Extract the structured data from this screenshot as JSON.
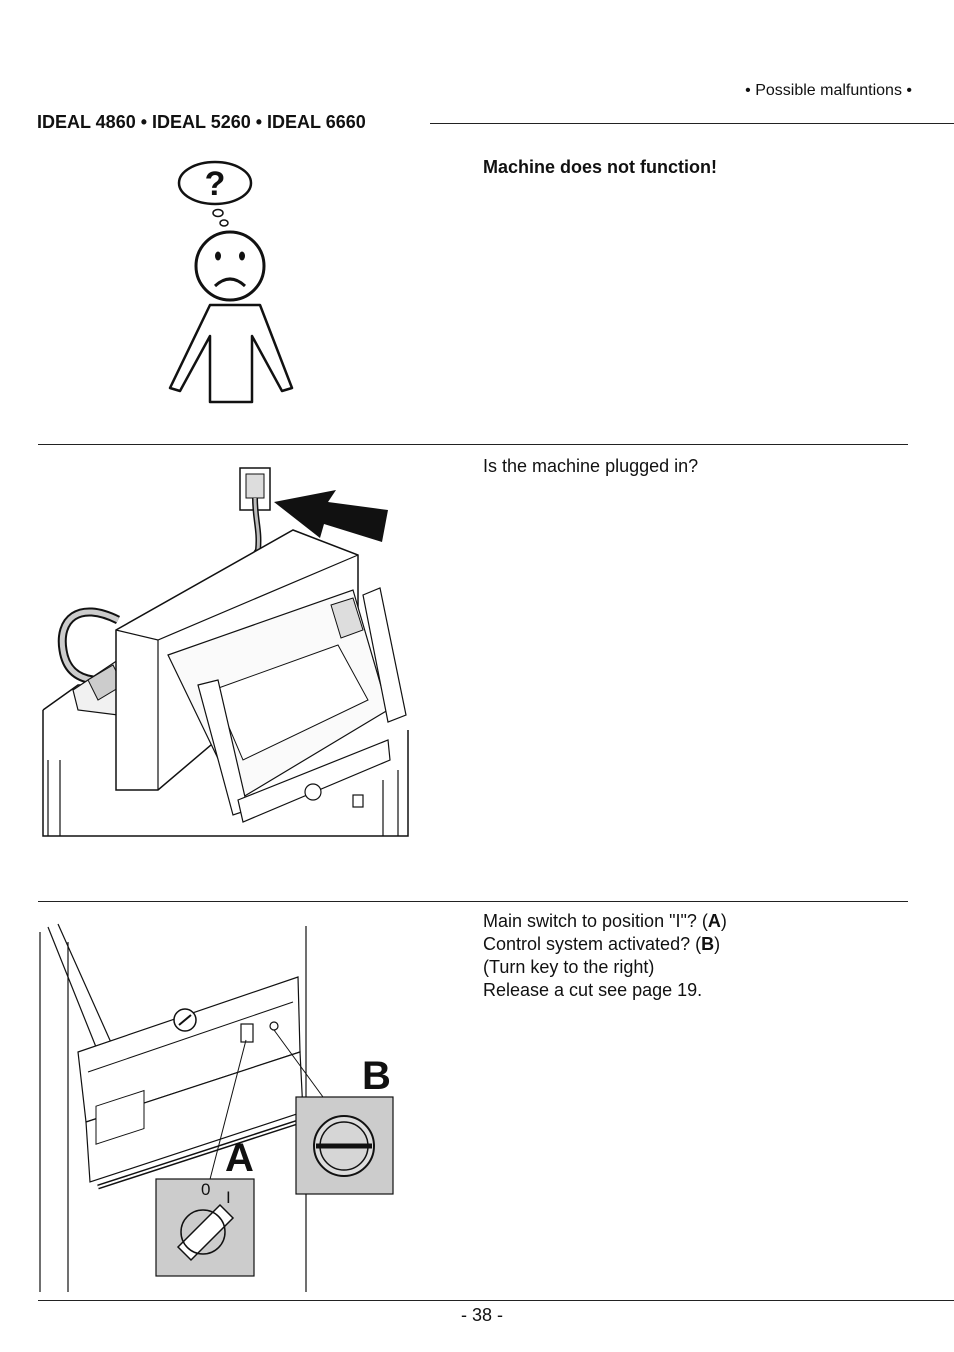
{
  "header": {
    "section_tag": "• Possible malfuntions •",
    "title": "IDEAL 4860 • IDEAL 5260 • IDEAL 6660"
  },
  "sections": [
    {
      "heading": "Machine does not function!",
      "illustration": "confused-person-icon"
    },
    {
      "lines": [
        "Is the machine plugged in?"
      ],
      "illustration": "machine-plug-illustration"
    },
    {
      "lines": [
        [
          "Main switch to position \"I\"? (",
          "A",
          ")"
        ],
        [
          "Control system activated? (",
          "B",
          ")"
        ],
        [
          "(Turn key to the right)"
        ],
        [
          "Release a cut see page 19."
        ]
      ],
      "illustration": "machine-switch-illustration",
      "callouts": {
        "a_letter": "A",
        "b_letter": "B",
        "switch_zero": "0",
        "switch_one": "I"
      }
    }
  ],
  "footer": {
    "page_number": "- 38 -"
  }
}
